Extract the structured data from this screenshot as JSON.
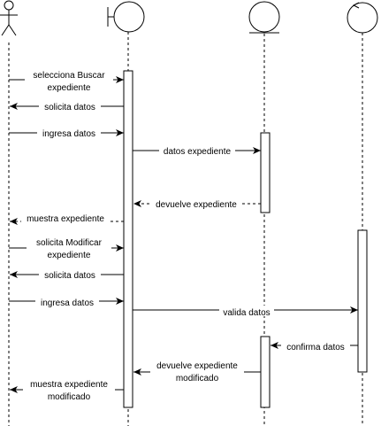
{
  "messages": [
    {
      "id": "m1",
      "lines": [
        "selecciona Buscar",
        "expediente"
      ],
      "style": "solid"
    },
    {
      "id": "m2",
      "lines": [
        "solicita datos"
      ],
      "style": "solid"
    },
    {
      "id": "m3",
      "lines": [
        "ingresa datos"
      ],
      "style": "solid"
    },
    {
      "id": "m4",
      "lines": [
        "datos expediente"
      ],
      "style": "solid"
    },
    {
      "id": "m5",
      "lines": [
        "devuelve expediente"
      ],
      "style": "dashed"
    },
    {
      "id": "m6",
      "lines": [
        "muestra expediente"
      ],
      "style": "dashed"
    },
    {
      "id": "m7",
      "lines": [
        "solicita Modificar",
        "expediente"
      ],
      "style": "solid"
    },
    {
      "id": "m8",
      "lines": [
        "solicita datos"
      ],
      "style": "solid"
    },
    {
      "id": "m9",
      "lines": [
        "ingresa datos"
      ],
      "style": "solid"
    },
    {
      "id": "m10",
      "lines": [
        "valida datos"
      ],
      "style": "solid"
    },
    {
      "id": "m11",
      "lines": [
        "confirma datos"
      ],
      "style": "solid"
    },
    {
      "id": "m12",
      "lines": [
        "devuelve expediente",
        "modificado"
      ],
      "style": "solid"
    },
    {
      "id": "m13",
      "lines": [
        "muestra expediente",
        "modificado"
      ],
      "style": "solid"
    }
  ]
}
